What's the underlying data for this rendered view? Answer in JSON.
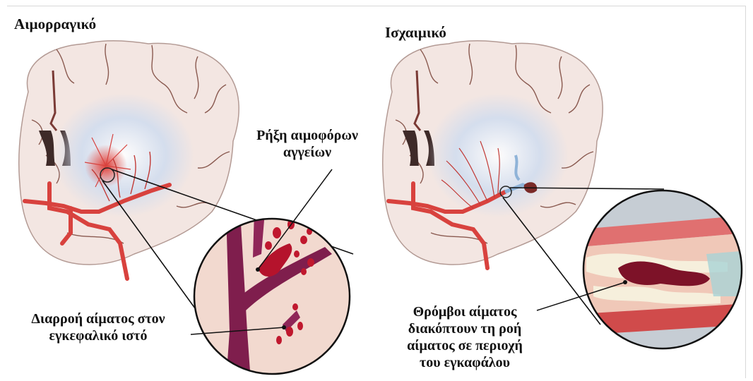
{
  "left_panel": {
    "title": "Αιμορραγικό",
    "callout_rupture": [
      "Ρήξη αιμοφόρων",
      "αγγείων"
    ],
    "callout_leak": [
      "Διαρροή αίματος στον",
      "εγκεφαλικό ιστό"
    ]
  },
  "right_panel": {
    "title": "Ισχαιμικό",
    "callout_clot": [
      "Θρόμβοι αίματος",
      "διακόπτουν τη ροή",
      "αίματος σε περιοχή",
      "του εγκαφάλου"
    ]
  },
  "colors": {
    "brain": "#f3e6e2",
    "fold_line": "#8a5a50",
    "highlight": "#c9d9ee",
    "artery": "#d8423e",
    "vessel": "#7f1e4d",
    "blood": "#c0182e",
    "tissue": "#f2d9cf"
  }
}
